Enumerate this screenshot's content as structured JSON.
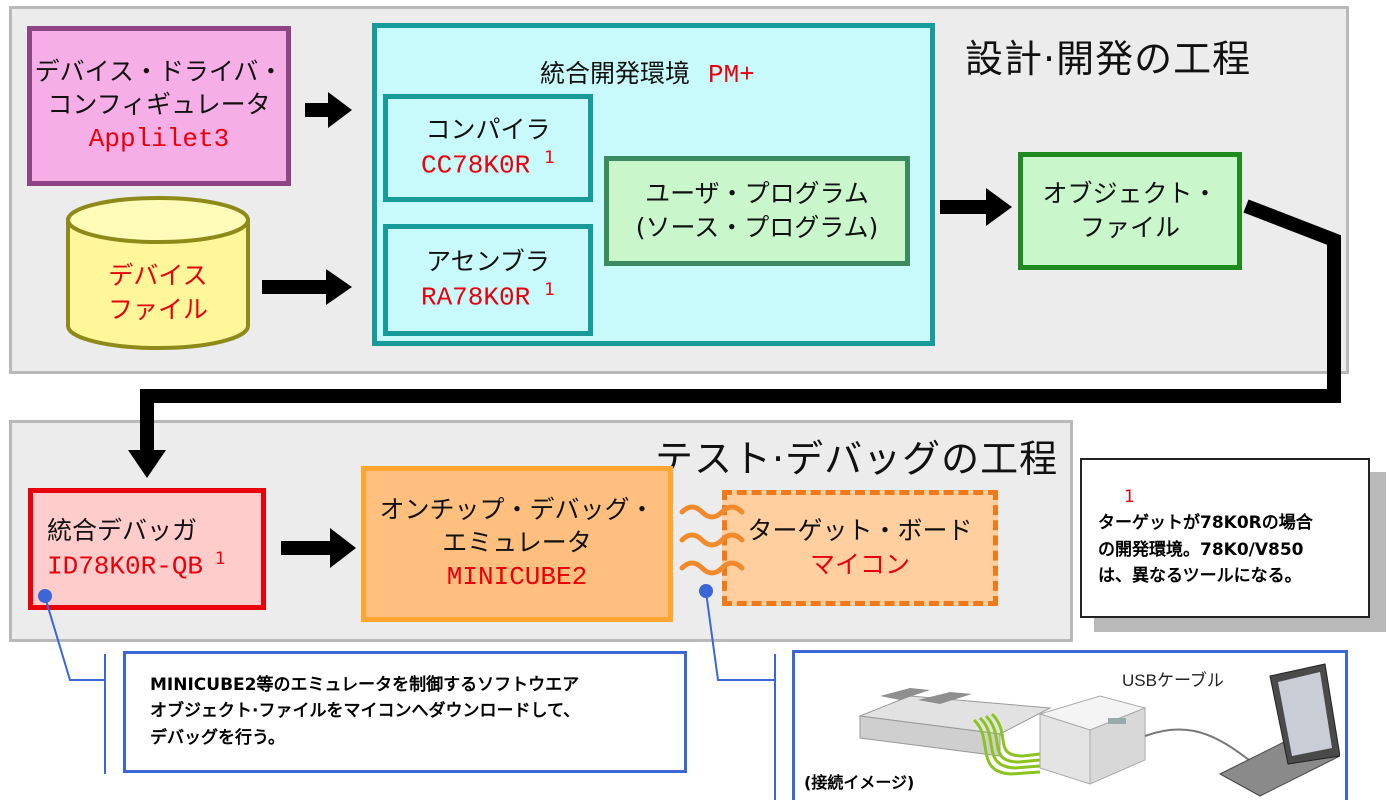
{
  "design_stage": {
    "title": "設計·開発の工程",
    "configurator": {
      "line1": "デバイス・ドライバ・",
      "line2": "コンフィギュレータ",
      "tool": "Applilet3"
    },
    "device_file": {
      "line1": "デバイス",
      "line2": "ファイル"
    },
    "ide": {
      "label": "統合開発環境",
      "tool": "PM+"
    },
    "compiler": {
      "label": "コンパイラ",
      "tool": "CC78K0R",
      "note": "1"
    },
    "assembler": {
      "label": "アセンブラ",
      "tool": "RA78K0R",
      "note": "1"
    },
    "user_program": {
      "line1": "ユーザ・プログラム",
      "line2": "(ソース・プログラム)"
    },
    "object_file": {
      "line1": "オブジェクト・",
      "line2": "ファイル"
    }
  },
  "test_stage": {
    "title": "テスト·デバッグの工程",
    "debugger": {
      "label": "統合デバッガ",
      "tool": "ID78K0R-QB",
      "note": "1"
    },
    "emulator": {
      "line1": "オンチップ・デバッグ・",
      "line2": "エミュレータ",
      "tool": "MINICUBE2"
    },
    "target_board": {
      "label": "ターゲット・ボード",
      "mcu": "マイコン"
    }
  },
  "footnote": {
    "marker": "1",
    "line1": "ターゲットが78K0Rの場合",
    "line2": "の開発環境。78K0/V850",
    "line3": "は、異なるツールになる。"
  },
  "callout_debugger": {
    "line1": "MINICUBE2等のエミュレータを制御するソフトウエア",
    "line2": "オブジェクト·ファイルをマイコンへダウンロードして、",
    "line3": "デバッグを行う。"
  },
  "callout_connection": {
    "usb_label": "USBケーブル",
    "caption": "(接続イメージ)"
  },
  "colors": {
    "panel_bg": "#ececec",
    "highlight_red": "#e8000b",
    "teal": "#169a9a",
    "green": "#1f8a1f"
  }
}
